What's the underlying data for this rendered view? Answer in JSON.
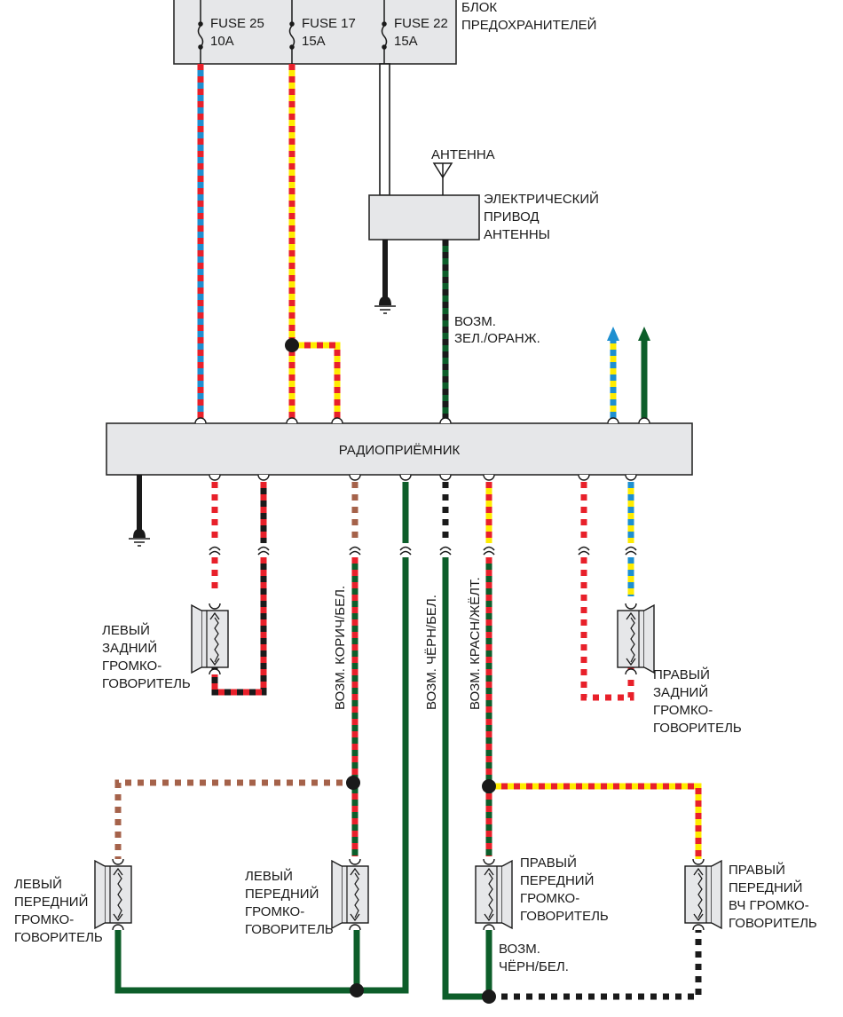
{
  "fuse_block": {
    "label_lines": [
      "БЛОК",
      "ПРЕДОХРАНИТЕЛЕЙ"
    ],
    "fuses": [
      {
        "name": "FUSE 25",
        "rating": "10A"
      },
      {
        "name": "FUSE 17",
        "rating": "15A"
      },
      {
        "name": "FUSE 22",
        "rating": "15A"
      }
    ]
  },
  "antenna": {
    "label": "АНТЕННА",
    "motor_label_lines": [
      "ЭЛЕКТРИЧЕСКИЙ",
      "ПРИВОД",
      "АНТЕННЫ"
    ],
    "wire_label_lines": [
      "ВОЗМ.",
      "ЗЕЛ./ОРАНЖ."
    ]
  },
  "radio": {
    "label": "РАДИОПРИЁМНИК"
  },
  "wire_labels": {
    "brown_white": "ВОЗМ. КОРИЧ/БЕЛ.",
    "black_white": "ВОЗМ. ЧЁРН/БЕЛ.",
    "red_yellow": "ВОЗМ. КРАСН/ЖЁЛТ.",
    "bottom_black_white_lines": [
      "ВОЗМ.",
      "ЧЁРН/БЕЛ."
    ]
  },
  "speakers": {
    "left_rear": [
      "ЛЕВЫЙ",
      "ЗАДНИЙ",
      "ГРОМКО-",
      "ГОВОРИТЕЛЬ"
    ],
    "right_rear": [
      "ПРАВЫЙ",
      "ЗАДНИЙ",
      "ГРОМКО-",
      "ГОВОРИТЕЛЬ"
    ],
    "left_front_outer": [
      "ЛЕВЫЙ",
      "ПЕРЕДНИЙ",
      "ГРОМКО-",
      "ГОВОРИТЕЛЬ"
    ],
    "left_front_inner": [
      "ЛЕВЫЙ",
      "ПЕРЕДНИЙ",
      "ГРОМКО-",
      "ГОВОРИТЕЛЬ"
    ],
    "right_front": [
      "ПРАВЫЙ",
      "ПЕРЕДНИЙ",
      "ГРОМКО-",
      "ГОВОРИТЕЛЬ"
    ],
    "right_front_tweeter": [
      "ПРАВЫЙ",
      "ПЕРЕДНИЙ",
      "ВЧ ГРОМКО-",
      "ГОВОРИТЕЛЬ"
    ]
  },
  "colors": {
    "red": "#e8202a",
    "blue": "#1e8fd0",
    "yellow": "#ffec00",
    "green": "#0d5e2a",
    "black": "#1a1a1a",
    "brown": "#a5624a",
    "box_fill": "#e6e7e9"
  }
}
